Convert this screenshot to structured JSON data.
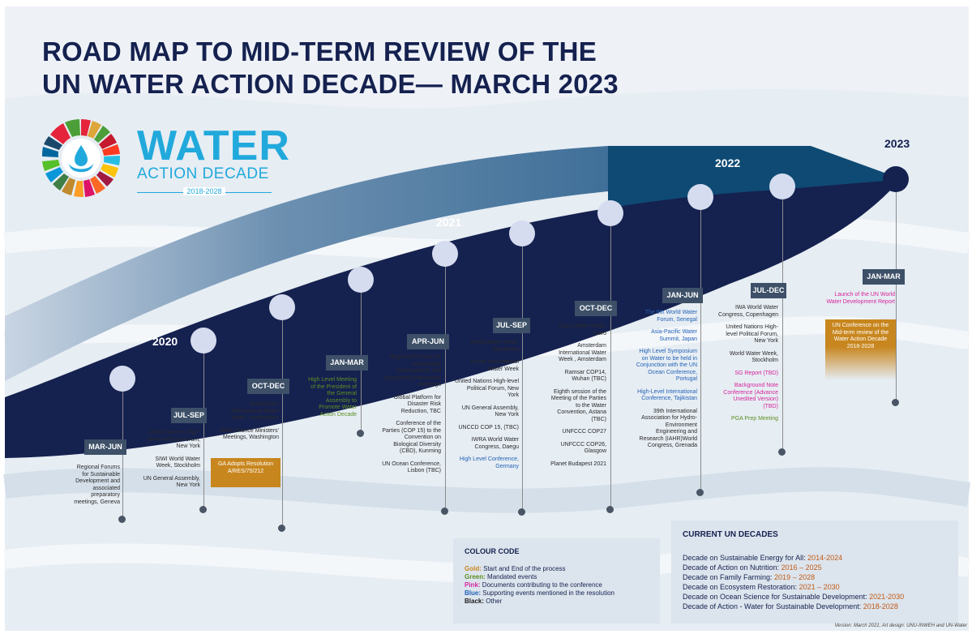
{
  "title": {
    "line1": "ROAD MAP TO MID-TERM REVIEW OF THE",
    "line2": "UN WATER ACTION DECADE— MARCH 2023"
  },
  "logo": {
    "word": "WATER",
    "sub": "ACTION DECADE",
    "years": "2018-2028"
  },
  "years": [
    "2020",
    "2021",
    "2022",
    "2023"
  ],
  "periods": [
    {
      "label": "MAR-JUN",
      "items": [
        {
          "text": "Regional Forums for Sustainable Development and associated preparatory meetings, Geneva",
          "cat": "black"
        }
      ]
    },
    {
      "label": "JUL-SEP",
      "items": [
        {
          "text": "United Nations High-level Political Forum, New York",
          "cat": "black"
        },
        {
          "text": "SIWI World Water Week, Stockholm",
          "cat": "black"
        },
        {
          "text": "UN General Assembly, New York",
          "cat": "black"
        }
      ]
    },
    {
      "label": "OCT-DEC",
      "items": [
        {
          "text": "Amsterdam International Water Week , Amsterdam",
          "cat": "black"
        },
        {
          "text": "SWA Finance Ministers' Meetings, Washington",
          "cat": "black"
        }
      ],
      "gold": "GA Adopts Resolution A/RES/75/212"
    },
    {
      "label": "JAN-MAR",
      "items": [
        {
          "text": "High Level Meeting of the President of the General Assembly to Promote Water Action Decade",
          "cat": "green"
        }
      ]
    },
    {
      "label": "APR-JUN",
      "items": [
        {
          "text": "Regional Forums for Sustainable Development and associated preparatory meetings",
          "cat": "black"
        },
        {
          "text": "Global Platform for Disaster Risk Reduction, TBC",
          "cat": "black"
        },
        {
          "text": "Conference of the Parties (COP 15) to the Convention on Biological Diversity (CBD), Kunming",
          "cat": "black"
        },
        {
          "text": "UN Ocean Conference, Lisbon (TBC)",
          "cat": "black"
        }
      ]
    },
    {
      "label": "JUL-SEP",
      "items": [
        {
          "text": "World Water Week, Stockholm",
          "cat": "black"
        },
        {
          "text": "Korea International Water Week",
          "cat": "black"
        },
        {
          "text": "United Nations High-level Political Forum, New York",
          "cat": "black"
        },
        {
          "text": "UN General Assembly, New York",
          "cat": "black"
        },
        {
          "text": "UNCCD COP 15, (TBC)",
          "cat": "black"
        },
        {
          "text": "IWRA World Water Congress, Daegu",
          "cat": "black"
        },
        {
          "text": "High Level Conference, Germany",
          "cat": "blue"
        }
      ]
    },
    {
      "label": "OCT-DEC",
      "items": [
        {
          "text": "Cairo Water Week, Cairo",
          "cat": "black"
        },
        {
          "text": "Amsterdam International Water Week , Amsterdam",
          "cat": "black"
        },
        {
          "text": "Ramsar COP14, Wuhan (TBC)",
          "cat": "black"
        },
        {
          "text": "Eighth session of the Meeting of the Parties to the Water Convention, Astana (TBC)",
          "cat": "black"
        },
        {
          "text": "UNFCCC COP27",
          "cat": "black"
        },
        {
          "text": "UNFCCC COP26, Glasgow",
          "cat": "black"
        },
        {
          "text": "Planet Budapest 2021",
          "cat": "black"
        }
      ]
    },
    {
      "label": "JAN-JUN",
      "items": [
        {
          "text": "The 9th World Water Forum, Senegal",
          "cat": "blue"
        },
        {
          "text": "Asia-Pacific Water Summit, Japan",
          "cat": "blue"
        },
        {
          "text": "High Level Symposium on Water to be held in Conjunction with the UN Ocean Conference, Portugal",
          "cat": "blue"
        },
        {
          "text": "High-Level International Conference, Tajikistan",
          "cat": "blue"
        },
        {
          "text": "39th International Association for Hydro-Environment Engineering and Research (IAHR)World Congress, Grenada",
          "cat": "black"
        }
      ]
    },
    {
      "label": "JUL-DEC",
      "items": [
        {
          "text": "IWA World Water Congress, Copenhagen",
          "cat": "black"
        },
        {
          "text": "United Nations High-level Political Forum, New York",
          "cat": "black"
        },
        {
          "text": "World Water Week, Stockholm",
          "cat": "black"
        },
        {
          "text": "SG Report (TBD)",
          "cat": "pink"
        },
        {
          "text": "Background Note Conference (Advance Unedited Version) (TBD)",
          "cat": "pink"
        },
        {
          "text": "PGA Prep Meeting",
          "cat": "green"
        }
      ]
    },
    {
      "label": "JAN-MAR",
      "items": [
        {
          "text": "Launch of the UN World Water Development Report",
          "cat": "pink"
        }
      ],
      "gold": "UN Conference on the Mid-term review of the Water Action Decade 2018-2028"
    }
  ],
  "colour_code": {
    "title": "COLOUR CODE",
    "entries": [
      {
        "key": "Gold:",
        "desc": "Start and End of the process",
        "color": "#c8861e"
      },
      {
        "key": "Green:",
        "desc": "Mandated events",
        "color": "#5e8f24"
      },
      {
        "key": "Pink:",
        "desc": "Documents contributing to the conference",
        "color": "#d6249b"
      },
      {
        "key": "Blue:",
        "desc": "Supporting events mentioned in the resolution",
        "color": "#2462b7"
      },
      {
        "key": "Black:",
        "desc": "Other",
        "color": "#1a1a1a"
      }
    ]
  },
  "decades": {
    "title": "CURRENT UN DECADES",
    "items": [
      {
        "name": "Decade on Sustainable Energy for All: ",
        "years": "2014-2024"
      },
      {
        "name": "Decade of Action on Nutrition: ",
        "years": "2016 – 2025"
      },
      {
        "name": "Decade on Family Farming: ",
        "years": "2019 – 2028"
      },
      {
        "name": "Decade on Ecosystem Restoration: ",
        "years": "2021 – 2030"
      },
      {
        "name": "Decade on Ocean Science for Sustainable Development: ",
        "years": "2021-2030"
      },
      {
        "name": "Decade of Action - Water for Sustainable Development: ",
        "years": "2018-2028"
      }
    ]
  },
  "version": "Version: March 2021; Art design: UNU-INWEH and UN-Water",
  "colors": {
    "navy": "#15214f",
    "gold": "#c8861e",
    "green": "#5e8f24",
    "pink": "#d6249b",
    "blue": "#2462b7",
    "label_bg": "#3d5068",
    "logo_blue": "#21a9dc"
  }
}
